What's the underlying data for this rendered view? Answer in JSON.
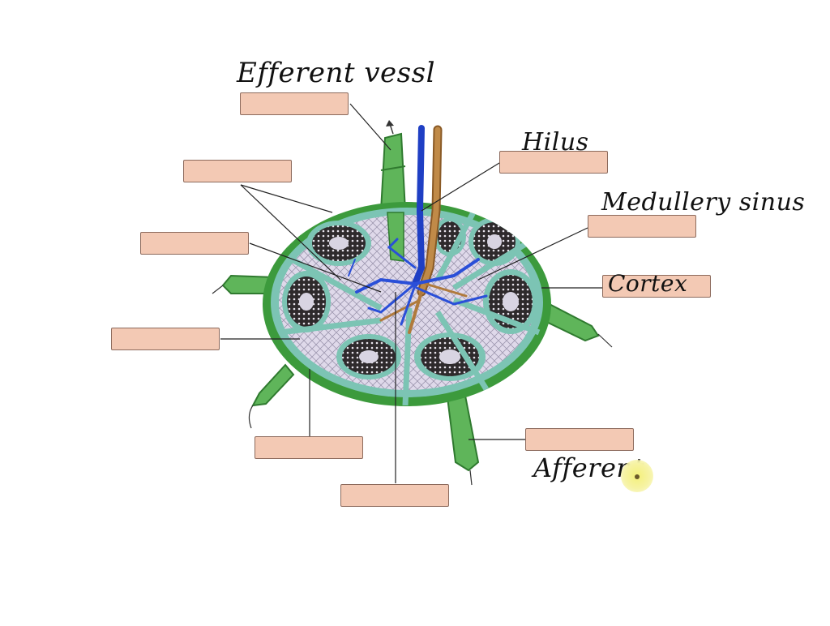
{
  "annotations": {
    "efferent": "Efferent vessl",
    "hilus": "Hilus",
    "medullary": "Medullery sinus",
    "cortex": "Cortex",
    "afferent": "Afferent"
  },
  "colors": {
    "capsule": "#3c9a3c",
    "sinus": "#7cc4b4",
    "medulla": "#dcd6e8",
    "follicle": "#3a3638",
    "vein": "#1f3fc4",
    "artery": "#b07a3c",
    "label_box": "#f3c9b4"
  }
}
